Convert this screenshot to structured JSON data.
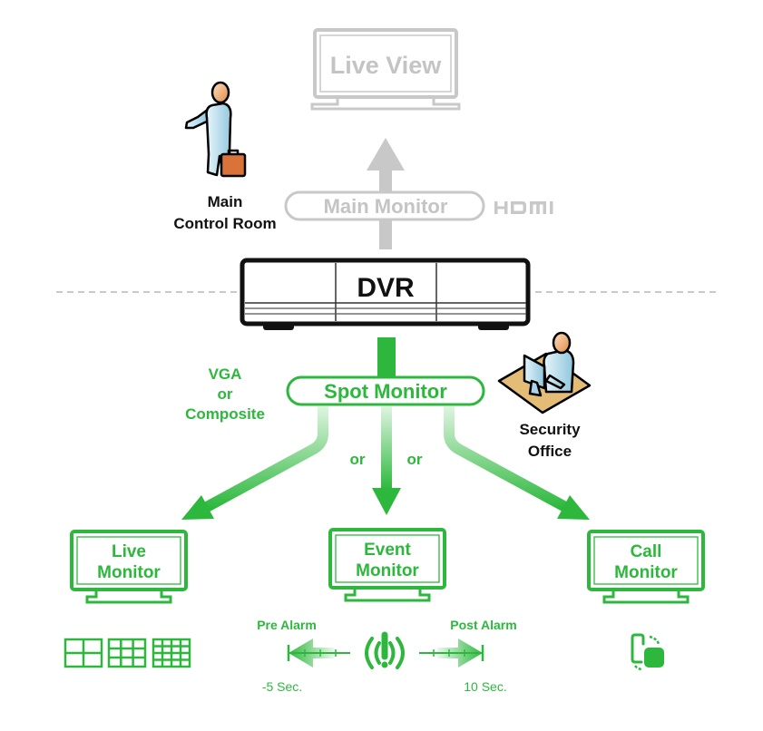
{
  "colors": {
    "green": "#2db83d",
    "green_light": "#a9e2ae",
    "gray": "#c8c8c8",
    "gray_text": "#c4c4c4",
    "black": "#111111",
    "dash": "#c9c9c9"
  },
  "top": {
    "live_view_label": "Live View",
    "main_monitor_label": "Main Monitor",
    "hdmi_label": "HDMI",
    "control_room_line1": "Main",
    "control_room_line2": "Control Room",
    "person_icon": "businessman-with-briefcase-icon"
  },
  "dvr": {
    "label": "DVR"
  },
  "spot": {
    "label": "Spot Monitor",
    "connection_line1": "VGA",
    "connection_line2": "or",
    "connection_line3": "Composite",
    "or_left": "or",
    "or_right": "or",
    "security_office_line1": "Security",
    "security_office_line2": "Office",
    "office_icon": "security-operator-at-desk-icon"
  },
  "monitors": [
    {
      "line1": "Live",
      "line2": "Monitor",
      "accessory": "split-screen-layouts",
      "layouts": [
        "2x2",
        "3x3",
        "4x4"
      ]
    },
    {
      "line1": "Event",
      "line2": "Monitor",
      "accessory": "alarm-timeline"
    },
    {
      "line1": "Call",
      "line2": "Monitor",
      "accessory": "switch-screen-icon"
    }
  ],
  "alarm": {
    "pre_label": "Pre Alarm",
    "post_label": "Post Alarm",
    "pre_time": "-5 Sec.",
    "post_time": "10 Sec."
  }
}
